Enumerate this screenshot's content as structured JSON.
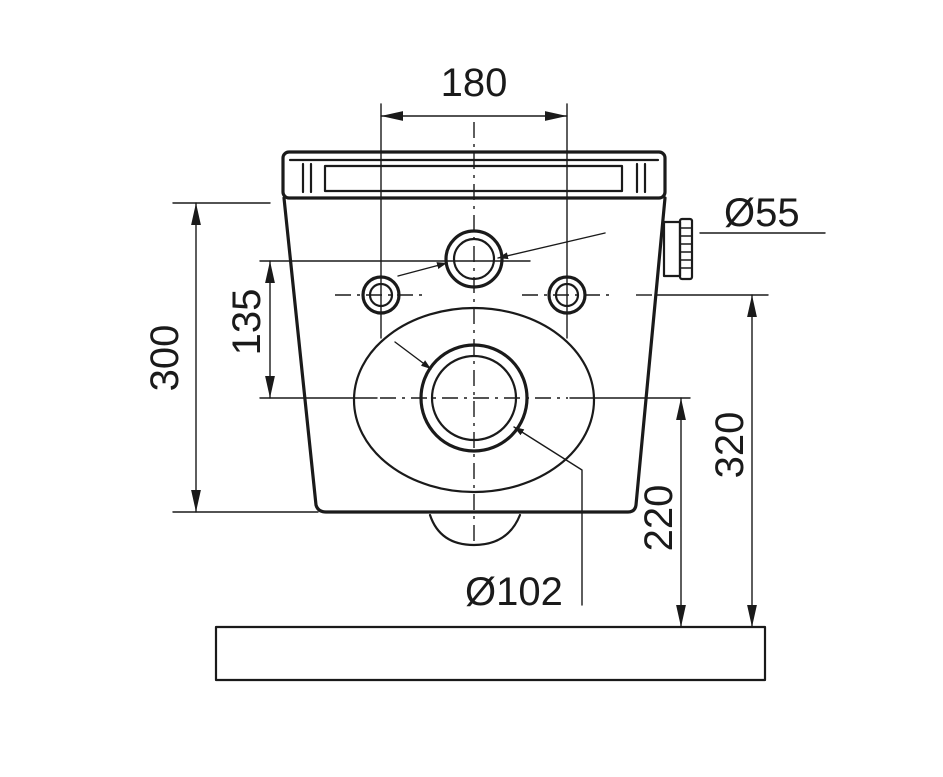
{
  "dimensions": {
    "d180": "180",
    "d55": "Ø55",
    "d135": "135",
    "d300": "300",
    "d320": "320",
    "d220": "220",
    "d102": "Ø102"
  },
  "colors": {
    "line": "#1a1a1a",
    "background": "#ffffff"
  }
}
